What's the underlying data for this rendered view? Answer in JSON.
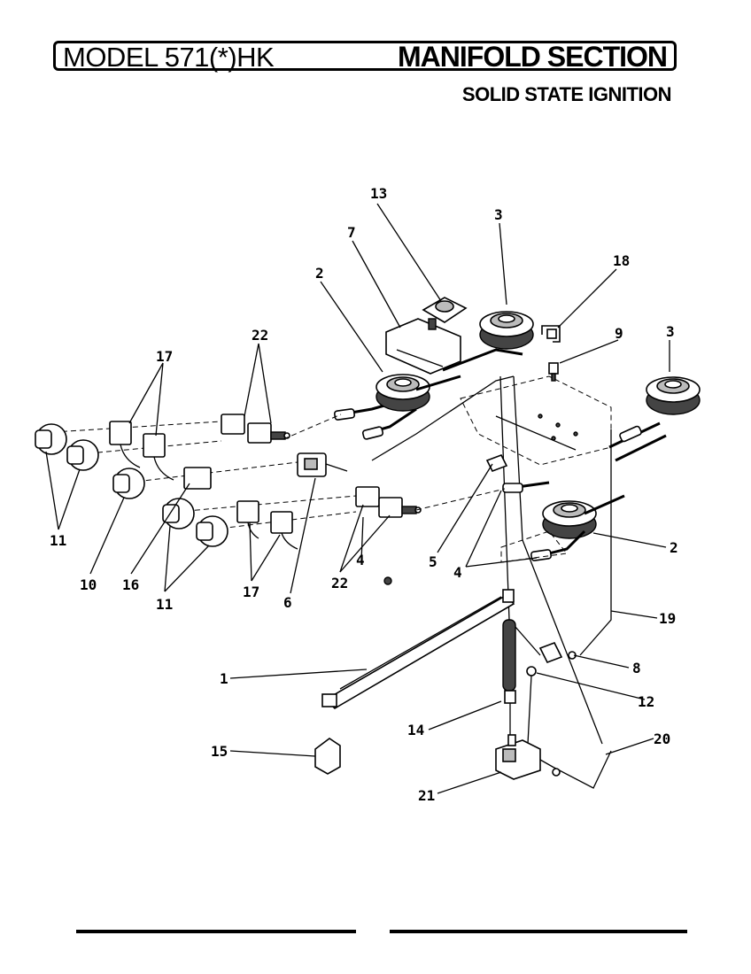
{
  "header": {
    "model": "MODEL 571(*)HK",
    "section": "MANIFOLD SECTION",
    "subtitle": "SOLID STATE IGNITION"
  },
  "callouts": {
    "c13": "13",
    "c3a": "3",
    "c7": "7",
    "c18": "18",
    "c2a": "2",
    "c22a": "22",
    "c9": "9",
    "c3b": "3",
    "c17a": "17",
    "c11a": "11",
    "c10": "10",
    "c16": "16",
    "c11b": "11",
    "c17b": "17",
    "c6": "6",
    "c22b": "22",
    "c4a": "4",
    "c5": "5",
    "c4b": "4",
    "c2b": "2",
    "c19": "19",
    "c1": "1",
    "c8": "8",
    "c12": "12",
    "c14": "14",
    "c15": "15",
    "c20": "20",
    "c21": "21"
  }
}
